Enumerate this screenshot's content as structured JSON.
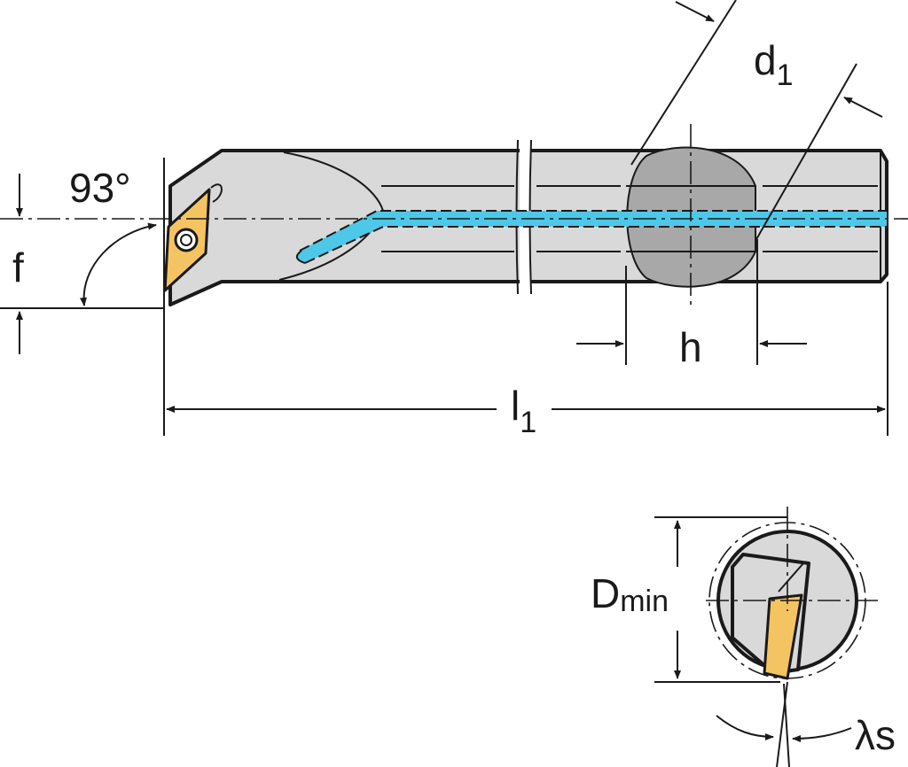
{
  "labels": {
    "angle": "93°",
    "f": "f",
    "d_main": "d",
    "d_sub": "1",
    "h": "h",
    "l_main": "l",
    "l_sub": "1",
    "dmin_main": "D",
    "dmin_sub": "min",
    "lambda_s": "λs"
  },
  "colors": {
    "body": "#d9d9d9",
    "section": "#a8a8a8",
    "coolant": "#4dc8e8",
    "insert": "#f5c462",
    "stroke": "#1a1a1a"
  }
}
